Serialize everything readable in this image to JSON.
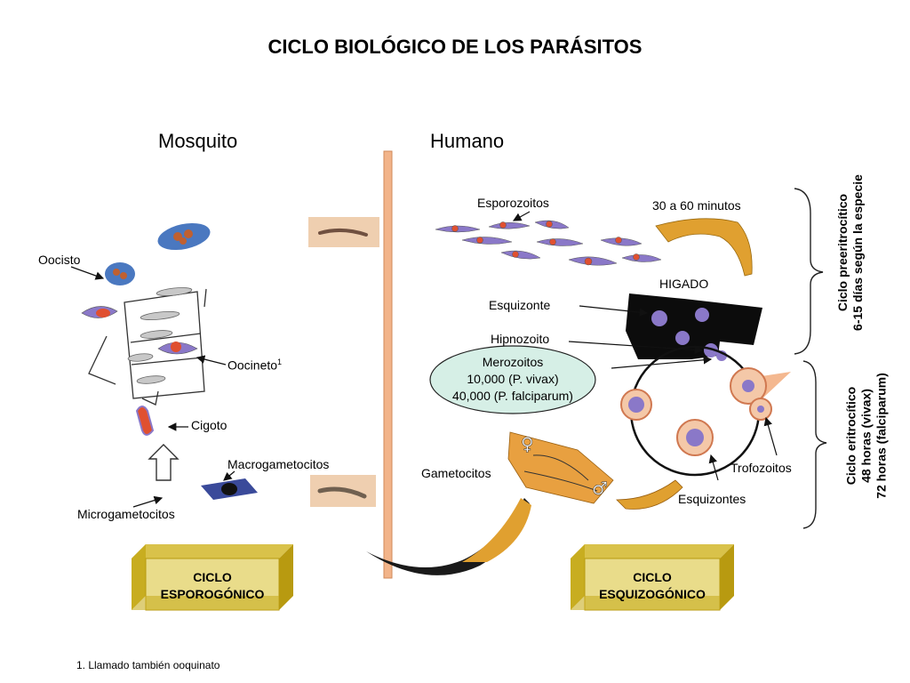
{
  "title": "CICLO BIOLÓGICO DE LOS PARÁSITOS",
  "host_mosquito": "Mosquito",
  "host_human": "Humano",
  "mosquito_stages": {
    "oocisto": "Oocisto",
    "oocineto": "Oocineto",
    "oocineto_sup": "1",
    "cigoto": "Cigoto",
    "macrogametocitos": "Macrogametocitos",
    "microgametocitos": "Microgametocitos"
  },
  "human_stages": {
    "esporozoitos": "Esporozoitos",
    "time": "30 a 60 minutos",
    "higado": "HIGADO",
    "esquizonte": "Esquizonte",
    "hipnozoito": "Hipnozoito",
    "merozoitos_line1": "Merozoitos",
    "merozoitos_line2": "10,000 (P. vivax)",
    "merozoitos_line3": "40,000 (P. falciparum)",
    "gametocitos": "Gametocitos",
    "trofozoitos": "Trofozoitos",
    "esquizontes": "Esquizontes"
  },
  "side_labels": {
    "preeritrocitico_1": "Ciclo preeritrocítico",
    "preeritrocitico_2": "6-15 días según la especie",
    "eritrocitico_1": "Ciclo eritrocítico",
    "eritrocitico_2": "48 horas (vivax)",
    "eritrocitico_3": "72 horas (falciparum)"
  },
  "cycle_boxes": {
    "left_line1": "CICLO",
    "left_line2": "ESPOROGÓNICO",
    "right_line1": "CICLO",
    "right_line2": "ESQUIZOGÓNICO"
  },
  "footnote": "1. Llamado también ooquinato",
  "colors": {
    "box_face": "#e9dc8a",
    "box_side": "#b89a10",
    "box_top": "#d9c24a",
    "ribbon": "#e0a030",
    "divider": "#f2b48a",
    "cell_purple": "#8a78c8",
    "cell_red": "#e05030",
    "liver": "#0c0c0c",
    "ellipse_fill": "#d6efe6"
  }
}
